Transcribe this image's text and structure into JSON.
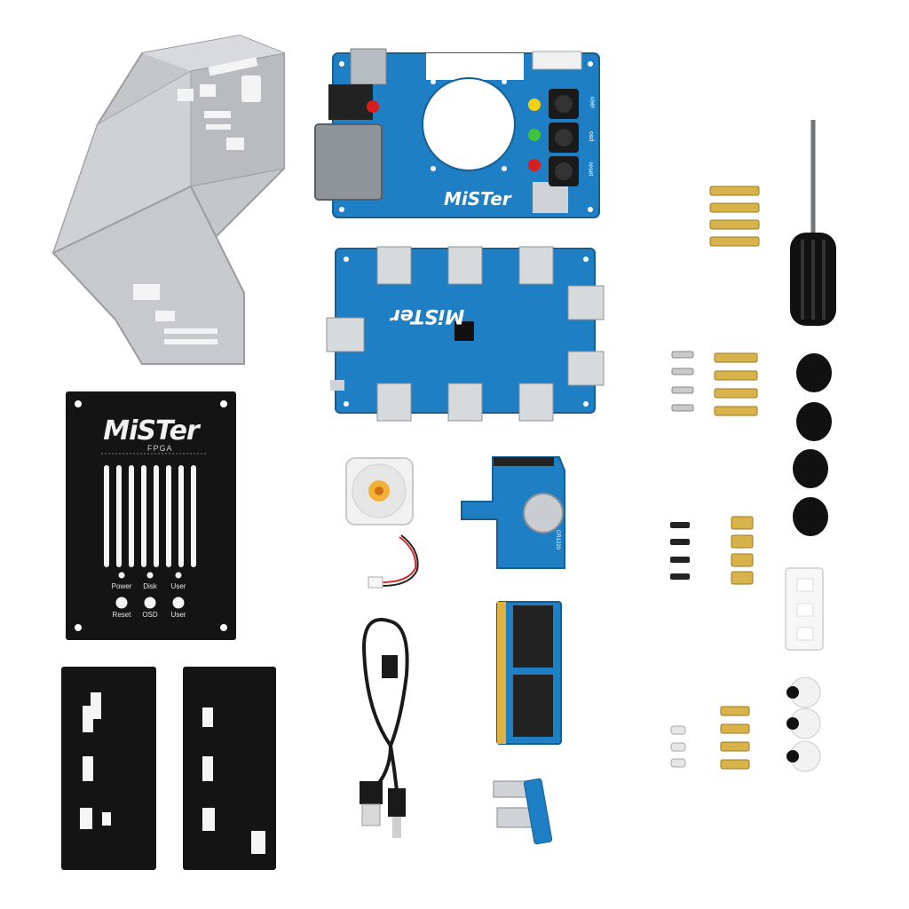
{
  "image": {
    "brand": "MiSTer",
    "brand_sub": "FPGA",
    "front_panel": {
      "led_labels": [
        "Power",
        "Disk",
        "User"
      ],
      "button_labels": [
        "Reset",
        "OSD",
        "User"
      ]
    },
    "io_board": {
      "logo": "MiSTer",
      "button_labels": [
        "user",
        "osd",
        "reset"
      ]
    },
    "usb_hub_board": {
      "logo": "MiSTer"
    },
    "rtc_board": {
      "battery_label": "CR1220"
    },
    "colors": {
      "pcb_blue": "#1e7fc4",
      "panel_black": "#141414",
      "bracket_silver": "#c9cbcf",
      "brass": "#d8b24a"
    }
  }
}
